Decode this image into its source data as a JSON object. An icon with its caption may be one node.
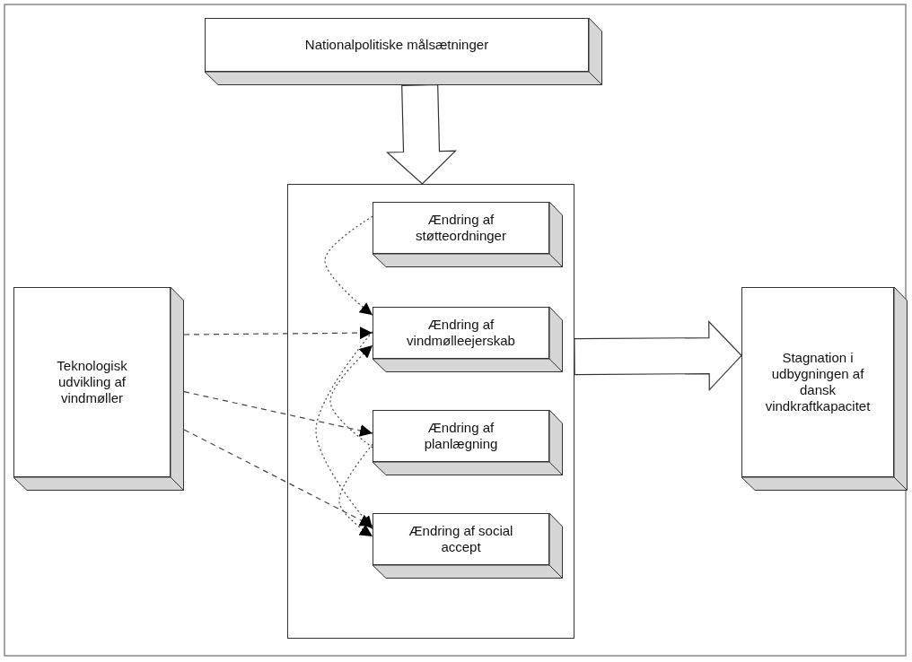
{
  "diagram": {
    "nodes": [
      {
        "text": [
          "Nationalpolitiske målsætninger"
        ]
      },
      {
        "text": [],
        "shape": "box"
      },
      {
        "text": [
          "Ændring af støtteordninger"
        ],
        "in": 1
      },
      {
        "text": [
          "Ændring af vindmølleejerskab"
        ],
        "in": 1
      },
      {
        "text": [
          "Ændring af planlægning"
        ],
        "in": 1
      },
      {
        "text": [
          "Ændring af social accept"
        ],
        "in": 1
      },
      {
        "text": [
          "Teknologisk udvikling af vindmøller"
        ]
      },
      {
        "text": [
          "Stagnation i udbygningen af dansk vindkraftkapacitet"
        ]
      }
    ],
    "edges": [
      {
        "from": 0,
        "to": 1,
        "arrow": "to",
        "style": "thick"
      },
      {
        "from": 2,
        "to": 3,
        "arrow": "to"
      },
      {
        "from": 4,
        "to": 3,
        "arrow": "to"
      },
      {
        "from": 3,
        "to": 5,
        "arrow": "to"
      },
      {
        "from": 4,
        "to": 5,
        "arrow": "to"
      },
      {
        "from": 6,
        "to": 3,
        "arrow": "to",
        "style": "dashed"
      },
      {
        "from": 6,
        "to": 4,
        "arrow": "to",
        "style": "dashed"
      },
      {
        "from": 6,
        "to": 5,
        "arrow": "to",
        "style": "dashed"
      },
      {
        "from": 1,
        "to": 7,
        "arrow": "to",
        "style": "thick"
      }
    ]
  }
}
